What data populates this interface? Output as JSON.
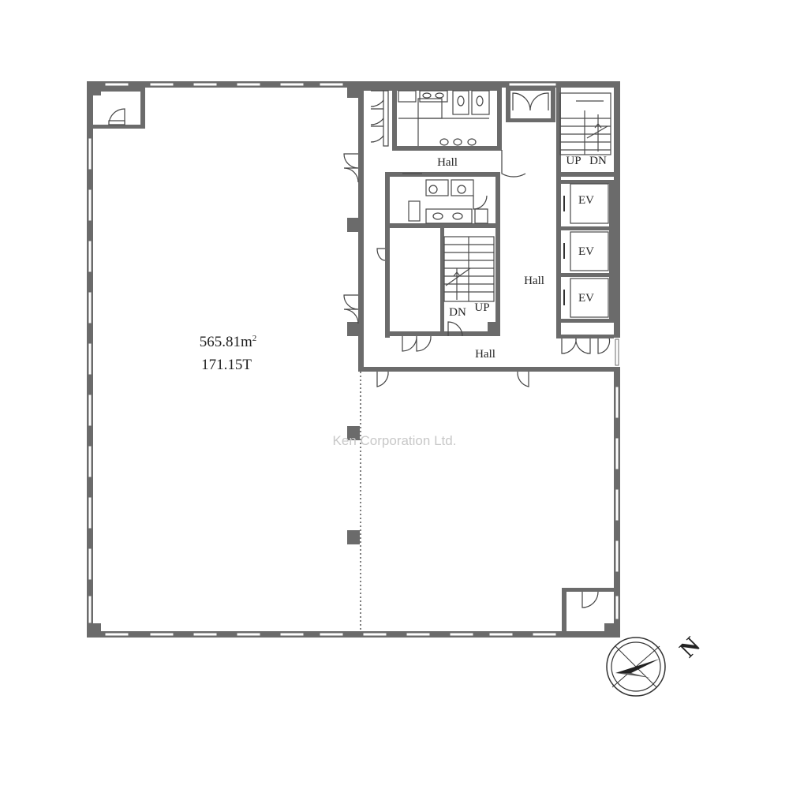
{
  "floor_plan": {
    "area_sqm": "565.81m",
    "area_sqm_sup": "2",
    "area_tsubo": "171.15T",
    "watermark": "Ken Corporation Ltd.",
    "labels": {
      "hall_top": "Hall",
      "hall_mid": "Hall",
      "hall_bottom": "Hall",
      "ev1": "EV",
      "ev2": "EV",
      "ev3": "EV",
      "stair1_up": "UP",
      "stair1_dn": "DN",
      "stair2_dn": "DN",
      "stair2_up": "UP"
    },
    "compass": {
      "north_label": "N"
    }
  }
}
